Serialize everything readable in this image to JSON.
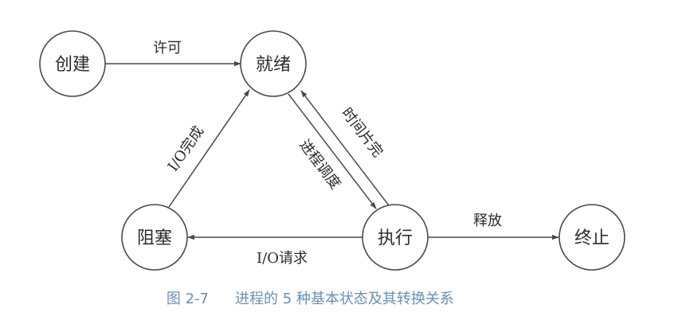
{
  "nodes": {
    "create": "创建",
    "ready": "就绪",
    "blocked": "阻塞",
    "running": "执行",
    "terminate": "终止"
  },
  "edges": {
    "create_to_ready": "许可",
    "ready_to_running": "进程调度",
    "running_to_ready": "时间片完",
    "blocked_to_ready": "I/O完成",
    "running_to_blocked": "I/O请求",
    "running_to_terminate": "释放"
  },
  "caption": {
    "figure_number": "图 2-7",
    "title": "进程的 5 种基本状态及其转换关系"
  },
  "colors": {
    "line": "#4a4a4a",
    "caption": "#6a8fb8"
  }
}
